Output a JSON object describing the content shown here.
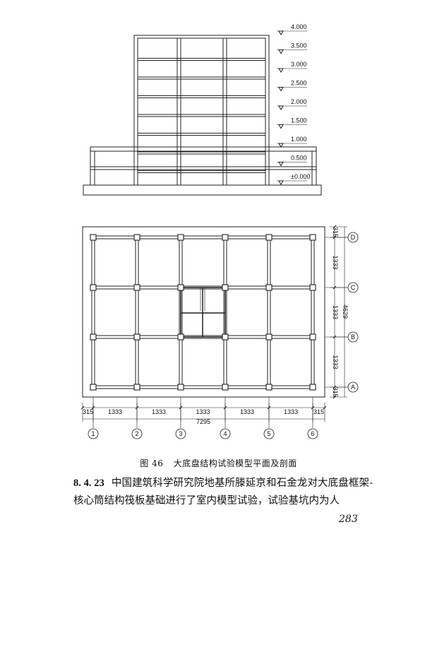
{
  "elevation": {
    "levels": [
      "4.000",
      "3.500",
      "3.000",
      "2.500",
      "2.000",
      "1.500",
      "1.000",
      "0.500",
      "±0.000"
    ]
  },
  "plan": {
    "x_dims": [
      "315",
      "1333",
      "1333",
      "1333",
      "1333",
      "1333",
      "315"
    ],
    "x_total": "7295",
    "y_dims": [
      "315",
      "1333",
      "1333",
      "1333",
      "315"
    ],
    "y_total": "4629",
    "col_axes": [
      "1",
      "2",
      "3",
      "4",
      "5",
      "6"
    ],
    "row_axes": [
      "D",
      "C",
      "B",
      "A"
    ]
  },
  "caption": {
    "number": "图 46",
    "title": "大底盘结构试验模型平面及剖面"
  },
  "paragraph": {
    "section": "8. 4. 23",
    "text": "中国建筑科学研究院地基所滕延京和石金龙对大底盘框架-核心筒结构筏板基础进行了室内模型试验，试验基坑内为人"
  },
  "page_number": "283"
}
